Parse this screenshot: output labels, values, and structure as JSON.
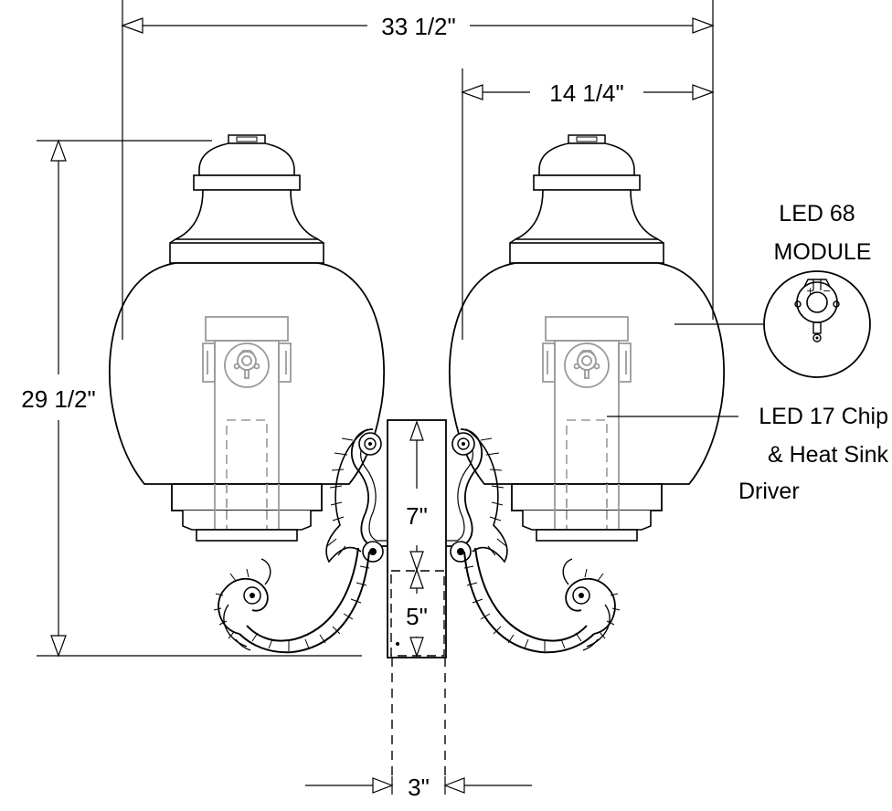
{
  "dimensions": {
    "overall_width": "33 1/2\"",
    "single_width": "14 1/4\"",
    "height": "29 1/2\"",
    "upper_fitter": "7\"",
    "lower_fitter": "5\"",
    "tenon": "3\""
  },
  "callouts": {
    "module_line1": "LED 68",
    "module_line2": "MODULE",
    "chip_line1": "LED 17 Chip",
    "chip_line2": "& Heat Sink",
    "driver": "Driver"
  },
  "colors": {
    "ink": "#000000",
    "internal": "#9a9a9a",
    "background": "#ffffff"
  },
  "icons": {
    "module": "led-module-icon",
    "leaf_scroll": "acanthus-leaf-icon"
  }
}
